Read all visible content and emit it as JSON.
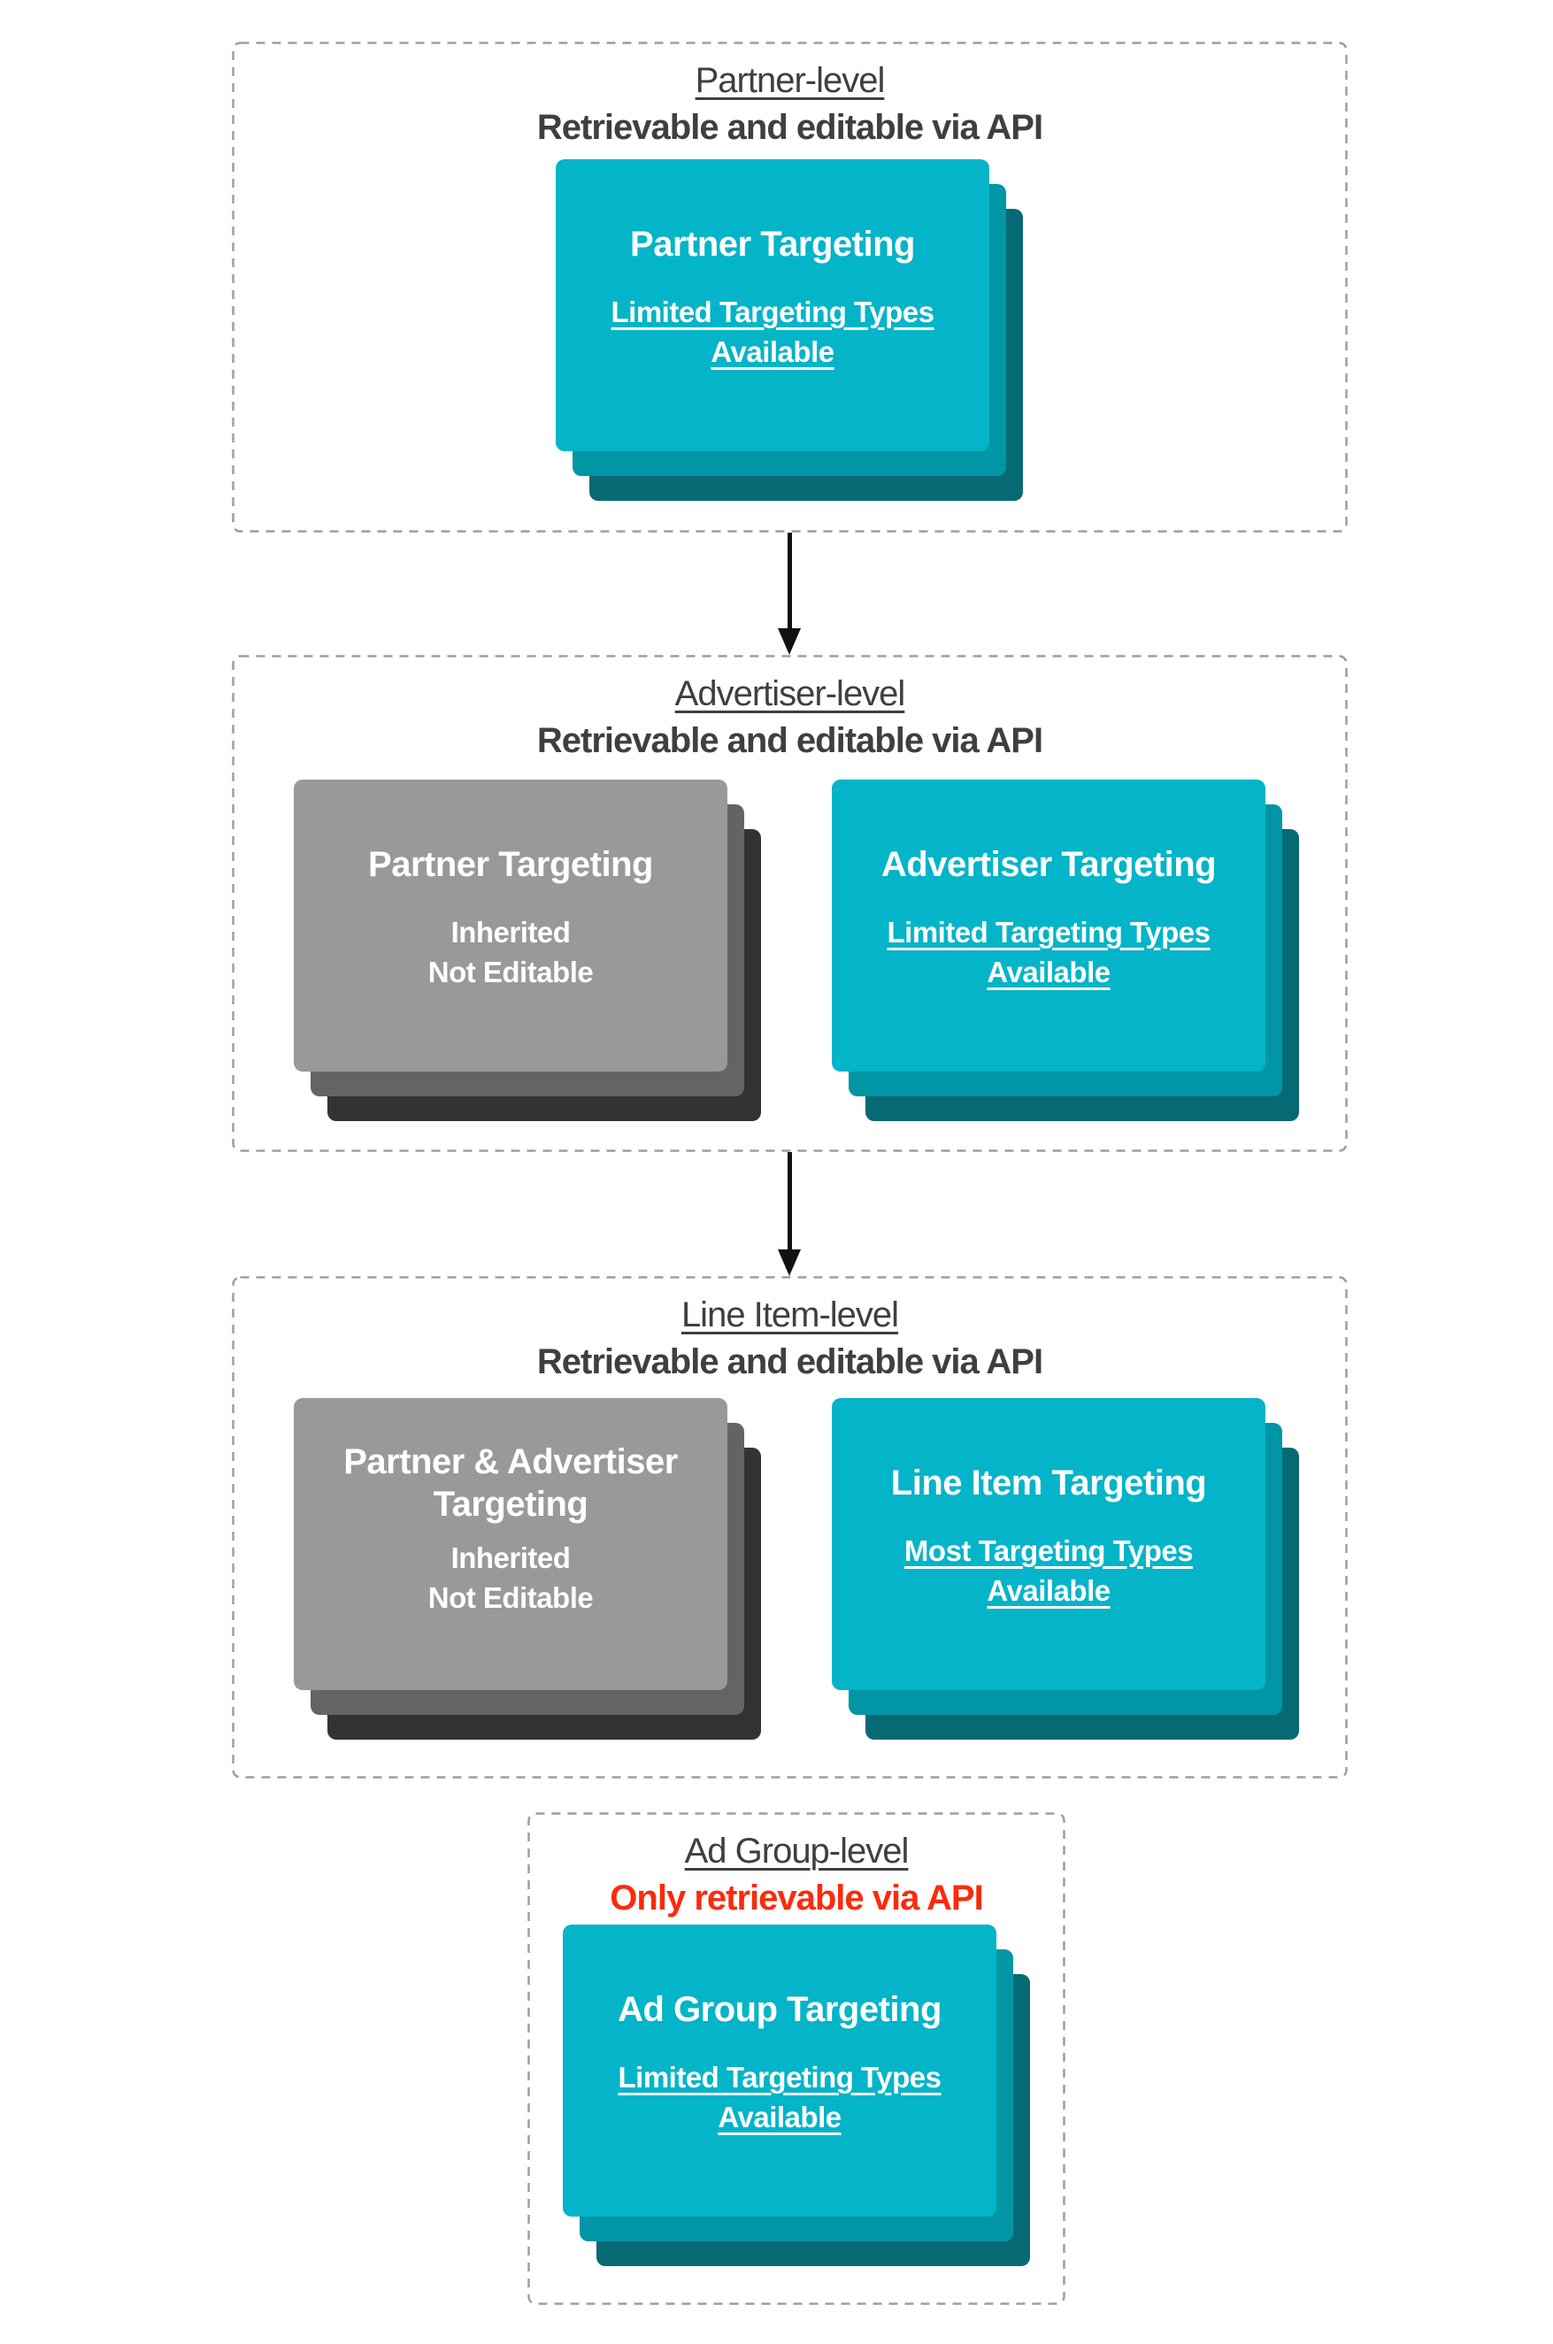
{
  "palette": {
    "teal_front": "#04B4C8",
    "teal_mid": "#0096A6",
    "teal_back": "#066A74",
    "gray_front": "#999999",
    "gray_mid": "#646464",
    "gray_back": "#333333",
    "heading_color": "#3C4043",
    "red": "#FA2B0C",
    "border_gray": "#9E9E9E",
    "arrow_black": "#111111"
  },
  "sections": [
    {
      "id": "partner-level",
      "title": "Partner-level",
      "subtitle": "Retrievable and editable via API",
      "subtitle_color": "dark",
      "cards": [
        {
          "variant": "teal",
          "title_lines": [
            "Partner Targeting"
          ],
          "body_lines": [
            "Limited Targeting Types",
            "Available"
          ],
          "body_underlined": true
        }
      ]
    },
    {
      "id": "advertiser-level",
      "title": "Advertiser-level",
      "subtitle": "Retrievable and editable via API",
      "subtitle_color": "dark",
      "cards": [
        {
          "variant": "gray",
          "title_lines": [
            "Partner Targeting"
          ],
          "body_lines": [
            "Inherited",
            "Not Editable"
          ],
          "body_underlined": false
        },
        {
          "variant": "teal",
          "title_lines": [
            "Advertiser Targeting"
          ],
          "body_lines": [
            "Limited Targeting Types",
            "Available"
          ],
          "body_underlined": true
        }
      ]
    },
    {
      "id": "line-item-level",
      "title": "Line Item-level",
      "subtitle": "Retrievable and editable via API",
      "subtitle_color": "dark",
      "cards": [
        {
          "variant": "gray",
          "title_lines": [
            "Partner & Advertiser",
            "Targeting"
          ],
          "body_lines": [
            "Inherited",
            "Not Editable"
          ],
          "body_underlined": false
        },
        {
          "variant": "teal",
          "title_lines": [
            "Line Item Targeting"
          ],
          "body_lines": [
            "Most Targeting Types",
            "Available"
          ],
          "body_underlined": true
        }
      ]
    },
    {
      "id": "ad-group-level",
      "title": "Ad Group-level",
      "subtitle": "Only retrievable via API",
      "subtitle_color": "red",
      "cards": [
        {
          "variant": "teal",
          "title_lines": [
            "Ad Group Targeting"
          ],
          "body_lines": [
            "Limited Targeting Types",
            "Available"
          ],
          "body_underlined": true
        }
      ]
    }
  ],
  "arrows": [
    {
      "id": "arrow-partner-to-advertiser"
    },
    {
      "id": "arrow-advertiser-to-line-item"
    }
  ]
}
